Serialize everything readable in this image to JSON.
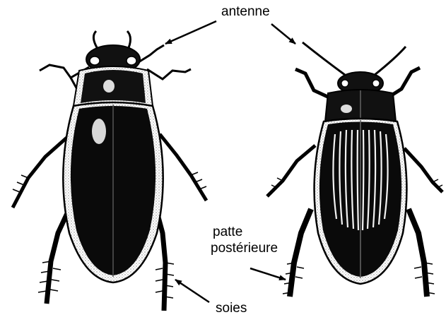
{
  "labels": {
    "antennae": "antenne",
    "hind_leg_line1": "patte",
    "hind_leg_line2": "postérieure",
    "setae": "soies"
  },
  "colors": {
    "ink": "#000000",
    "background": "#ffffff",
    "stipple": "#c8c8c8"
  }
}
